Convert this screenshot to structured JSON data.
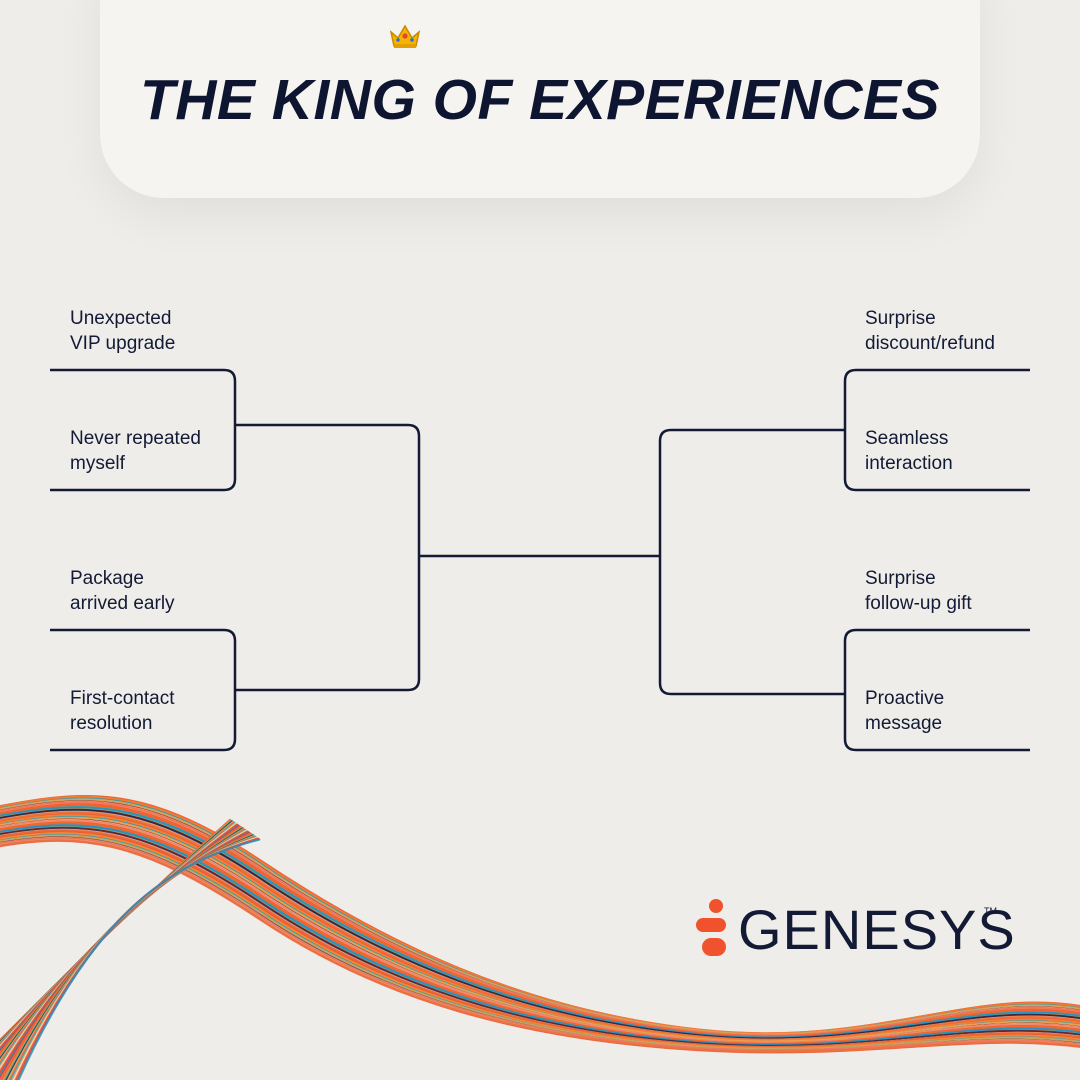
{
  "title": "THE KING OF EXPERIENCES",
  "title_icon": "crown-icon",
  "bracket": {
    "left": [
      {
        "line1": "Unexpected",
        "line2": "VIP upgrade"
      },
      {
        "line1": "Never repeated",
        "line2": "myself"
      },
      {
        "line1": "Package",
        "line2": "arrived early"
      },
      {
        "line1": "First-contact",
        "line2": "resolution"
      }
    ],
    "right": [
      {
        "line1": "Surprise",
        "line2": "discount/refund"
      },
      {
        "line1": "Seamless",
        "line2": "interaction"
      },
      {
        "line1": "Surprise",
        "line2": "follow-up gift"
      },
      {
        "line1": "Proactive",
        "line2": "message"
      }
    ]
  },
  "brand": {
    "name": "GENESYS",
    "trademark": "TM",
    "logo_icon": "genesys-logo-icon"
  },
  "colors": {
    "background": "#efede9",
    "ink": "#121a35",
    "accent": "#f0522e"
  }
}
